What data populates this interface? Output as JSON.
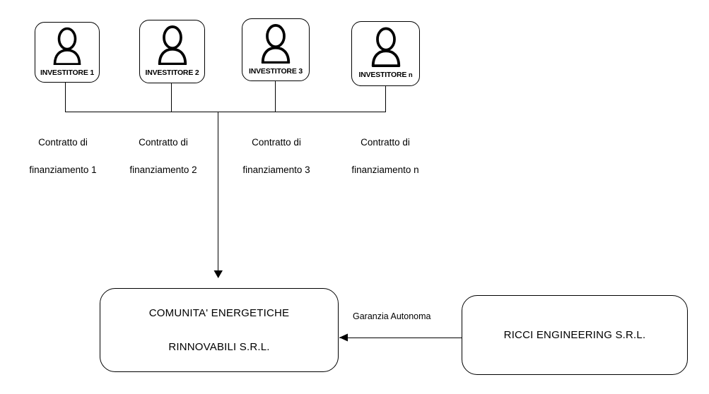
{
  "diagram": {
    "background_color": "#ffffff",
    "line_color": "#000000",
    "investors": [
      {
        "label": "INVESTITORE 1",
        "suffix": "",
        "icon": "person-icon"
      },
      {
        "label": "INVESTITORE 2",
        "suffix": "",
        "icon": "person-icon"
      },
      {
        "label": "INVESTITORE 3",
        "suffix": "",
        "icon": "person-icon"
      },
      {
        "label": "INVESTITORE ",
        "suffix": "n",
        "icon": "person-icon"
      }
    ],
    "contracts": [
      {
        "line1": "Contratto di",
        "line2": "finanziamento 1"
      },
      {
        "line1": "Contratto di",
        "line2": "finanziamento 2"
      },
      {
        "line1": "Contratto di",
        "line2": "finanziamento 3"
      },
      {
        "line1": "Contratto di",
        "line2": "finanziamento n"
      }
    ],
    "entities": {
      "community": {
        "line1": "COMUNITA' ENERGETICHE",
        "line2": "RINNOVABILI S.R.L."
      },
      "guarantor": {
        "line1": "RICCI ENGINEERING S.R.L."
      }
    },
    "relations": {
      "guarantee_label": "Garanzia Autonoma"
    }
  }
}
